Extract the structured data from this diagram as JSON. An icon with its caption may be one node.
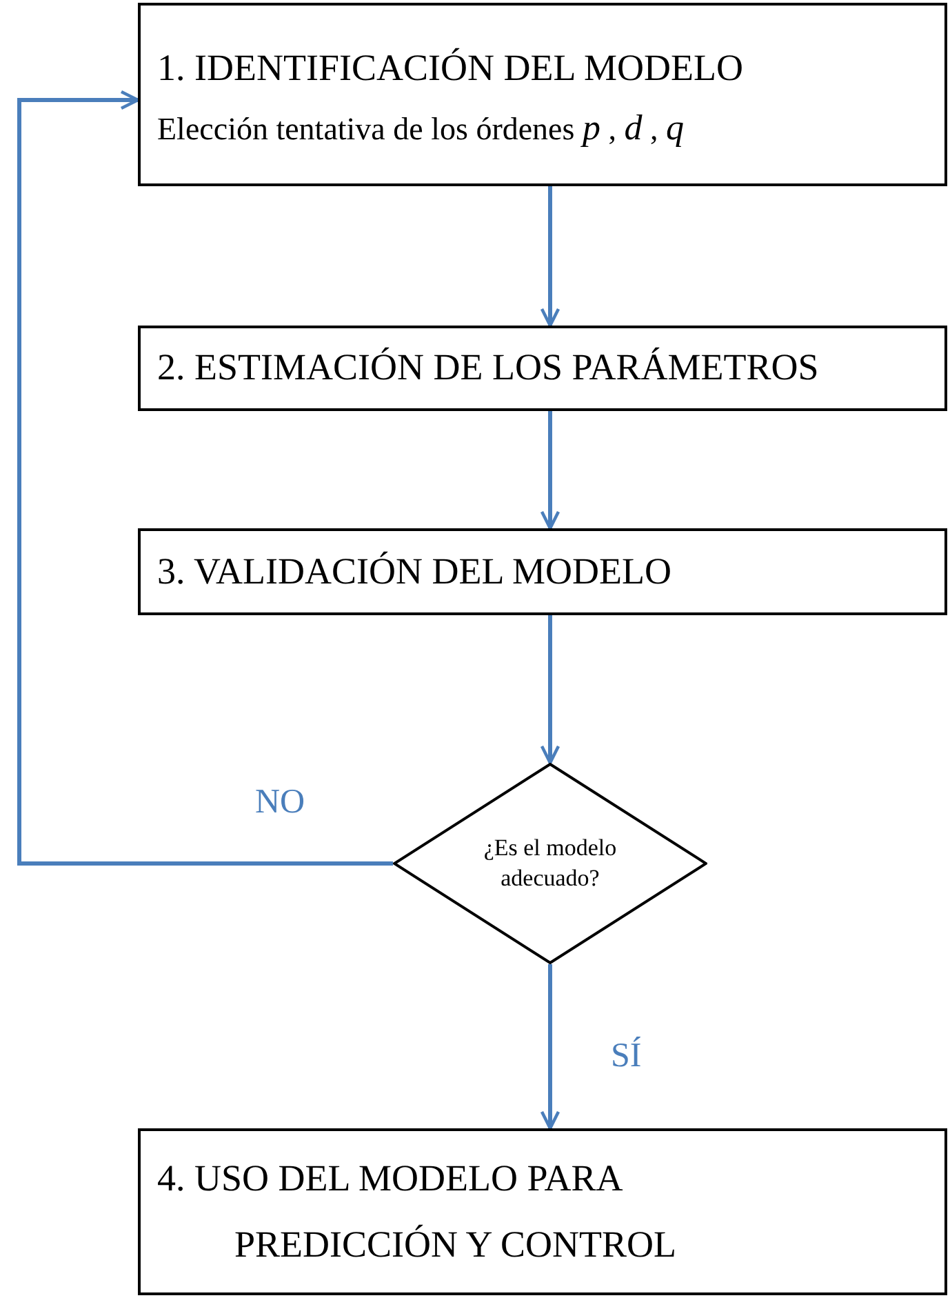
{
  "diagram": {
    "nodes": [
      {
        "text": [
          "1. IDENTIFICACIÓN DEL MODELO",
          "Elección tentativa de los órdenes *p* , *d* , *q*"
        ]
      },
      {
        "text": [
          "2. ESTIMACIÓN DE LOS PARÁMETROS"
        ]
      },
      {
        "text": [
          "3. VALIDACIÓN DEL MODELO"
        ]
      },
      {
        "text": [
          "¿Es el modelo adecuado?"
        ]
      },
      {
        "text": [
          "4. USO DEL MODELO PARA PREDICCIÓN Y CONTROL"
        ]
      }
    ],
    "edges": [
      {
        "from": 0,
        "to": 1,
        "arrow": "to"
      },
      {
        "from": 1,
        "to": 2,
        "arrow": "to"
      },
      {
        "from": 2,
        "to": 3,
        "arrow": "to"
      },
      {
        "from": 3,
        "to": 4,
        "arrow": "to",
        "label": "SÍ"
      },
      {
        "from": 3,
        "to": 0,
        "arrow": "to",
        "label": "NO"
      }
    ]
  }
}
